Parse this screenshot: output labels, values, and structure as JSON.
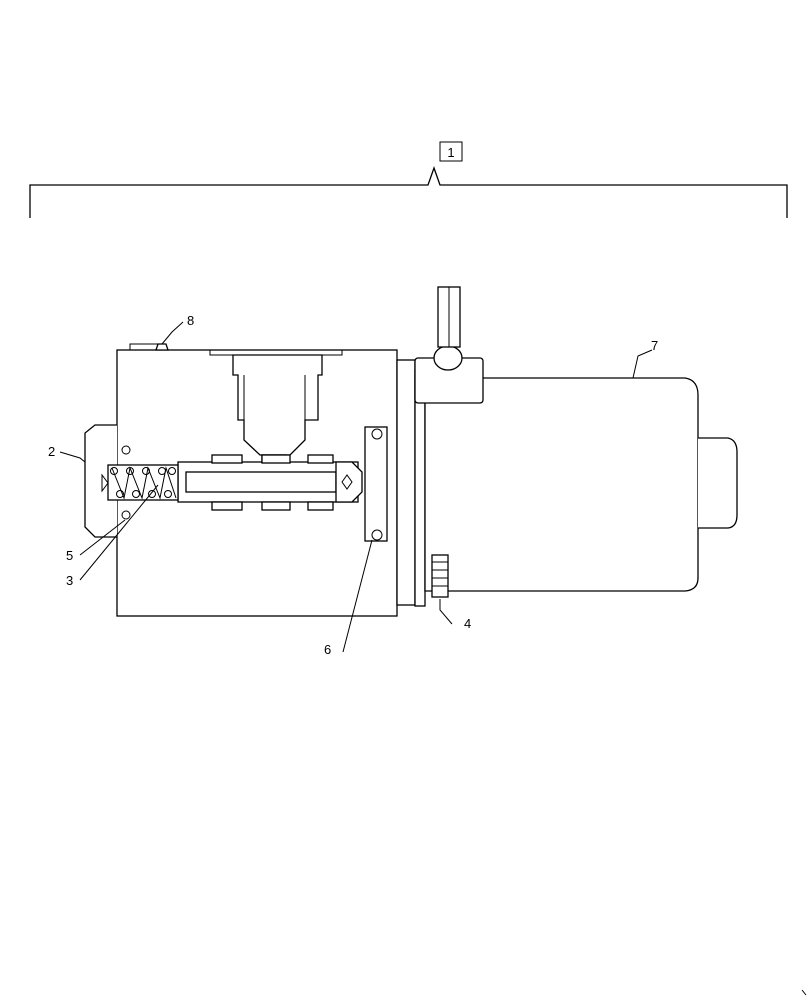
{
  "diagram": {
    "assembly_callout": "1",
    "callouts": [
      {
        "id": "callout-2",
        "label": "2"
      },
      {
        "id": "callout-3",
        "label": "3"
      },
      {
        "id": "callout-4",
        "label": "4"
      },
      {
        "id": "callout-5",
        "label": "5"
      },
      {
        "id": "callout-6",
        "label": "6"
      },
      {
        "id": "callout-7",
        "label": "7"
      },
      {
        "id": "callout-8",
        "label": "8"
      }
    ]
  }
}
